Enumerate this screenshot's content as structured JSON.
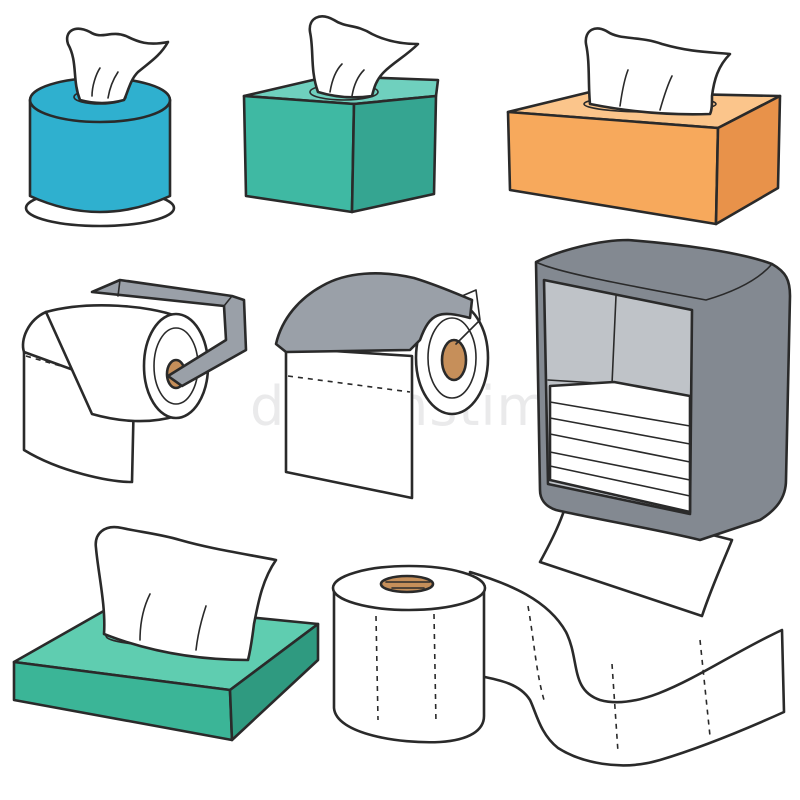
{
  "watermark": "dreamstime",
  "colors": {
    "blue_box": "#2fb0cf",
    "teal_box": "#3fb9a3",
    "orange_box": "#f7a95c",
    "holder_gray": "#9aa0a8",
    "dispenser_gray": "#838991",
    "flat_box": "#3bb597",
    "core_brown": "#c68f5a",
    "paper": "#ffffff",
    "outline": "#2a2a2a"
  },
  "items": [
    {
      "name": "round-tissue-box",
      "icon": "tissue-box-round-icon"
    },
    {
      "name": "cube-tissue-box",
      "icon": "tissue-box-cube-icon"
    },
    {
      "name": "rectangular-tissue-box",
      "icon": "tissue-box-rectangular-icon"
    },
    {
      "name": "toilet-paper-holder-open",
      "icon": "toilet-roll-holder-icon"
    },
    {
      "name": "toilet-paper-holder-covered",
      "icon": "toilet-roll-holder-cover-icon"
    },
    {
      "name": "napkin-dispenser",
      "icon": "napkin-dispenser-icon"
    },
    {
      "name": "flat-tissue-box",
      "icon": "tissue-box-flat-icon"
    },
    {
      "name": "unrolled-toilet-paper",
      "icon": "toilet-paper-roll-icon"
    }
  ]
}
